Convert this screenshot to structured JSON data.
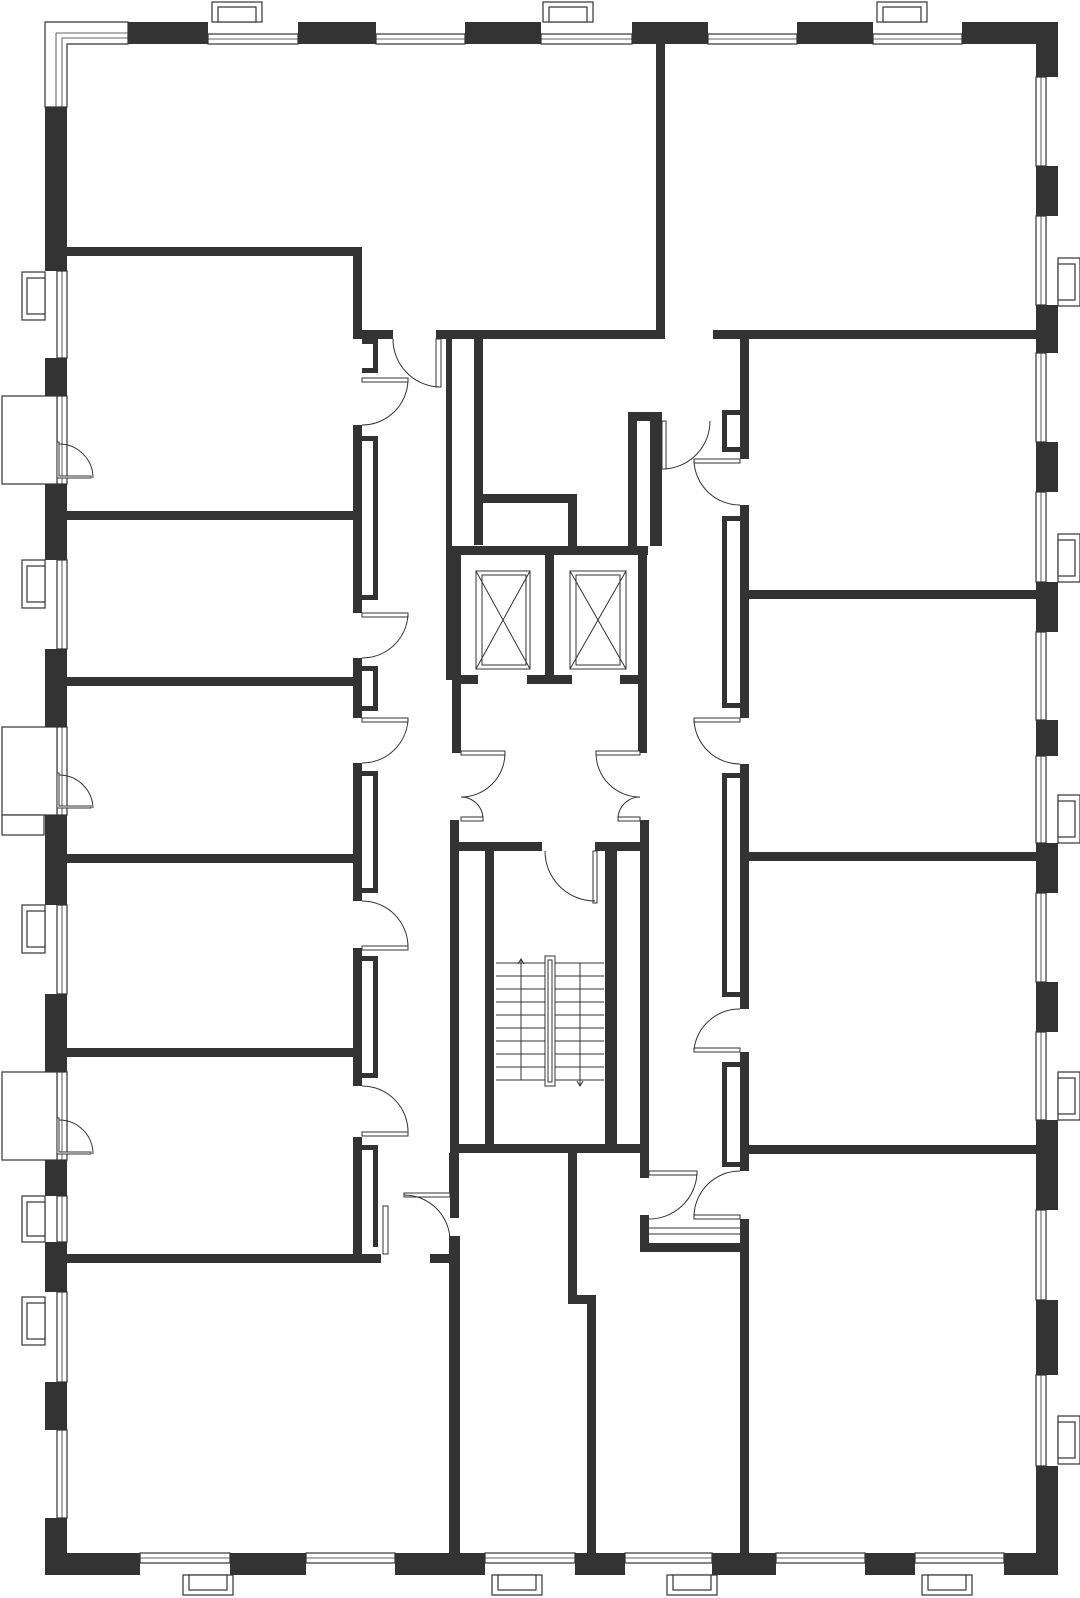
{
  "plan": {
    "colors": {
      "wall": "#333333",
      "background": "#ffffff",
      "line": "#333333"
    },
    "elements": [
      "floor-plan",
      "exterior-walls",
      "interior-walls",
      "windows",
      "balconies",
      "doors",
      "elevators",
      "staircase"
    ]
  }
}
